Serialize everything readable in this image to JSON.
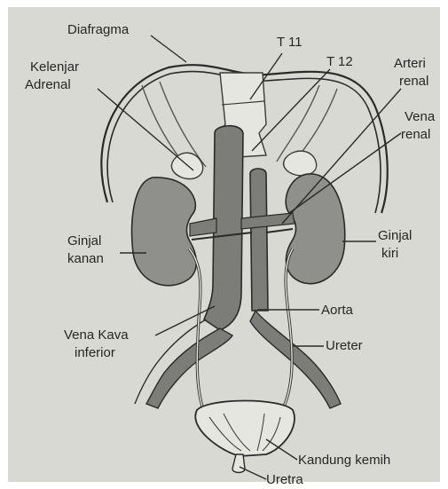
{
  "labels": {
    "diafragma": "Diafragma",
    "t11": "T 11",
    "t12": "T 12",
    "kelenjar_adrenal_1": "Kelenjar",
    "kelenjar_adrenal_2": "Adrenal",
    "arteri_renal_1": "Arteri",
    "arteri_renal_2": "renal",
    "vena_renal_1": "Vena",
    "vena_renal_2": "renal",
    "ginjal_kanan_1": "Ginjal",
    "ginjal_kanan_2": "kanan",
    "ginjal_kiri_1": "Ginjal",
    "ginjal_kiri_2": "kiri",
    "aorta": "Aorta",
    "vena_kava_1": "Vena Kava",
    "vena_kava_2": "inferior",
    "ureter": "Ureter",
    "kandung_kemih": "Kandung kemih",
    "uretra": "Uretra"
  },
  "colors": {
    "paper": "#d9d9d4",
    "organ_fill": "#8f8f8b",
    "vessel_fill": "#7c7c78",
    "outline": "#2a2a2a",
    "light_struct": "#e6e6e1"
  }
}
